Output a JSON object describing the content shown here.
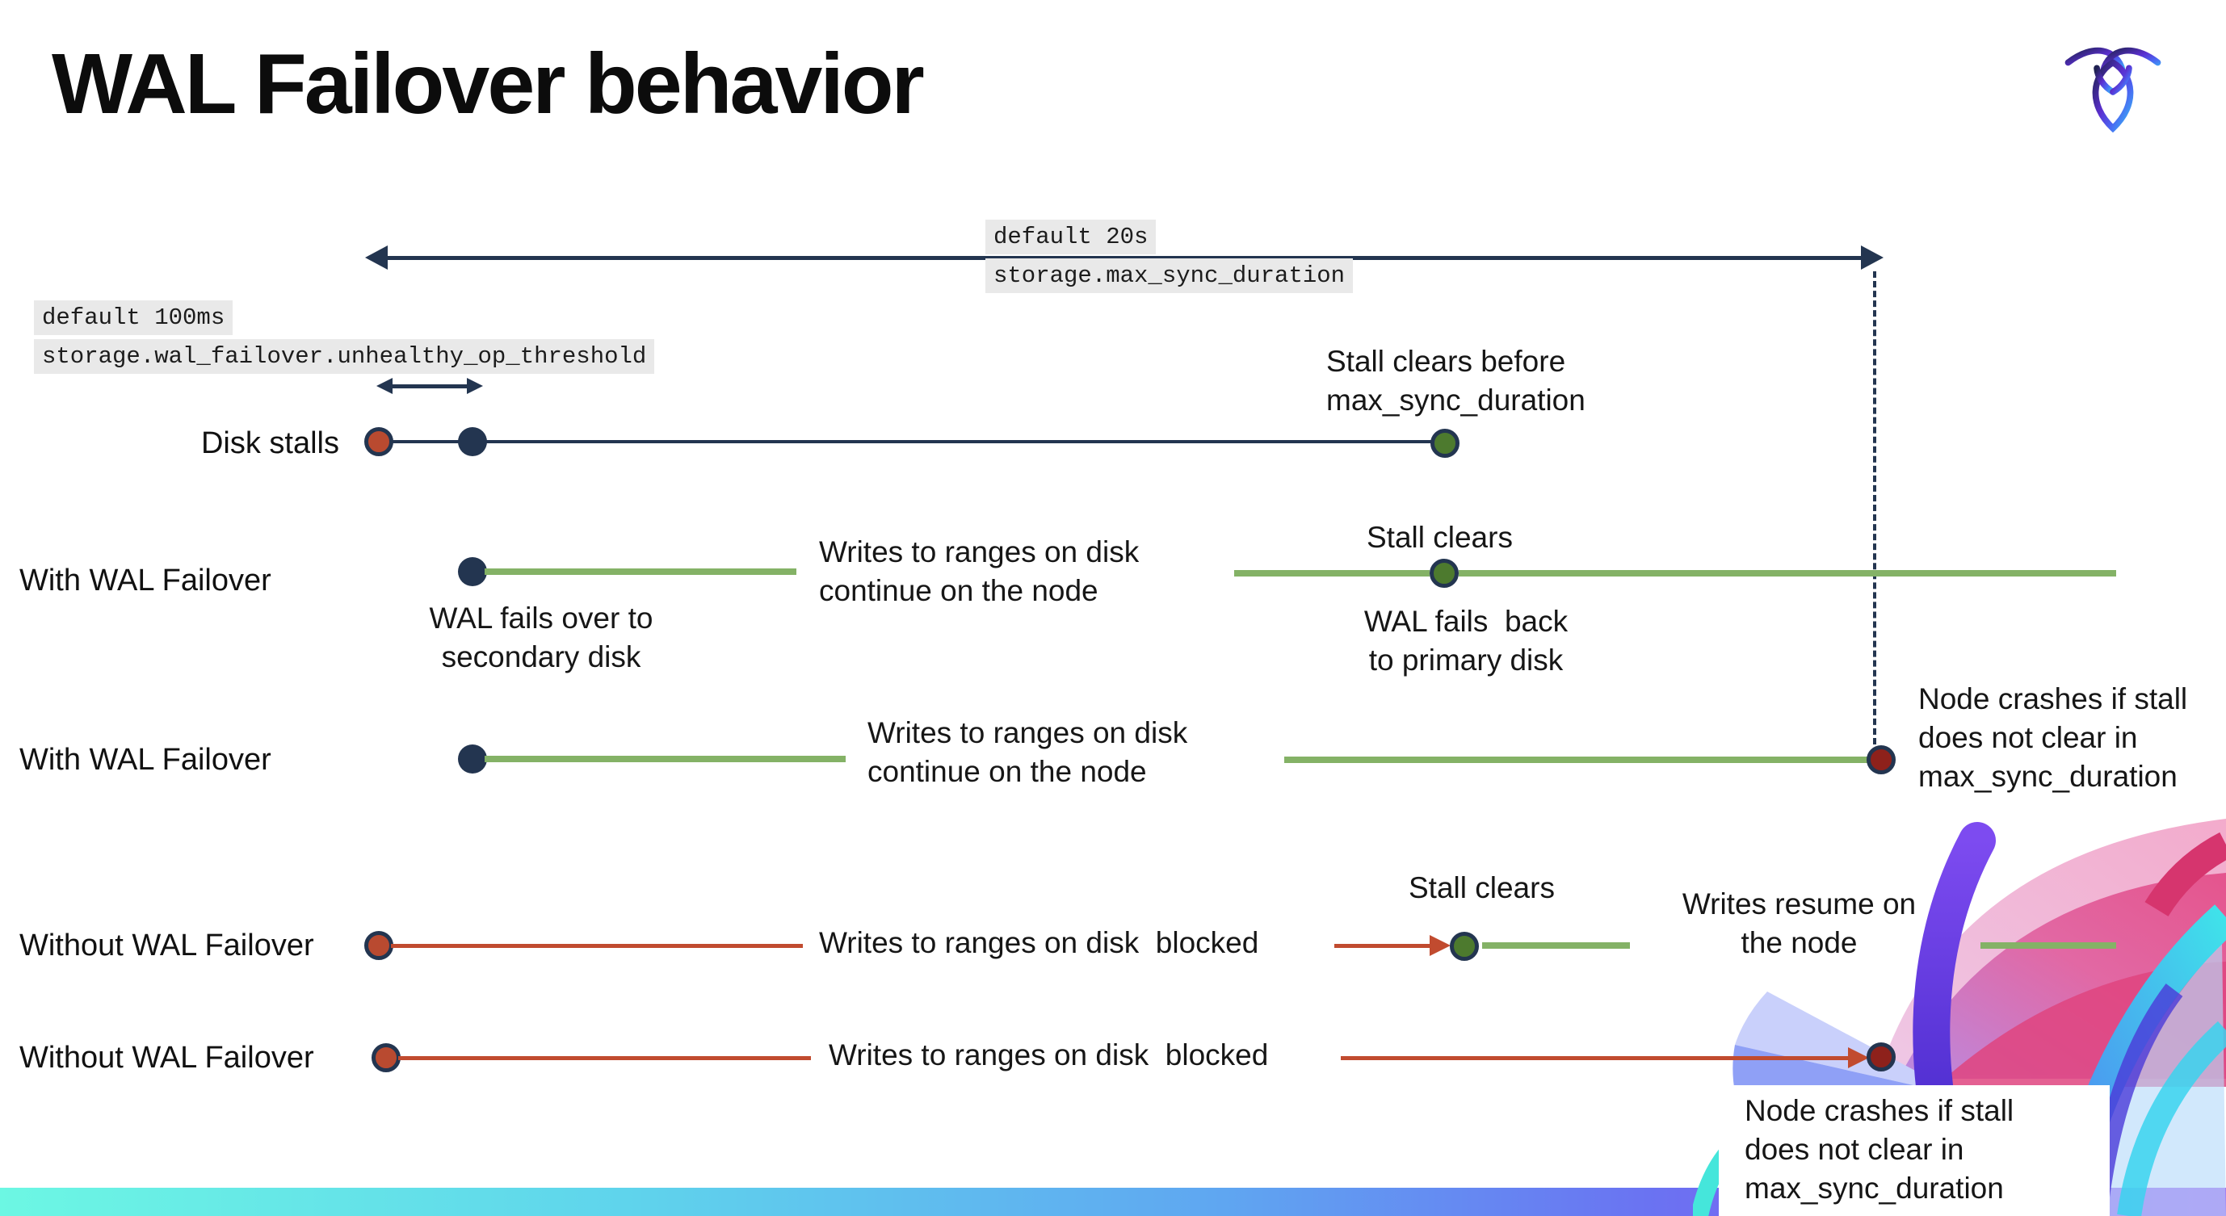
{
  "page": {
    "title": "WAL Failover behavior"
  },
  "logo": {
    "label": "CockroachDB"
  },
  "settings": {
    "max_sync_duration": {
      "default": "default 20s",
      "name": "storage.max_sync_duration"
    },
    "unhealthy_op_threshold": {
      "default": "default 100ms",
      "name": "storage.wal_failover.unhealthy_op_threshold"
    }
  },
  "rows": [
    {
      "label": "Disk stalls"
    },
    {
      "label": "With WAL Failover"
    },
    {
      "label": "With WAL Failover"
    },
    {
      "label": "Without WAL Failover"
    },
    {
      "label": "Without WAL Failover"
    }
  ],
  "annotations": {
    "stall_clears_before": "Stall clears before\nmax_sync_duration",
    "wal_fails_over": "WAL fails over to\nsecondary disk",
    "writes_continue": "Writes to ranges on disk\ncontinue on the node",
    "stall_clears": "Stall clears",
    "wal_fails_back": "WAL fails  back\nto primary disk",
    "node_crashes": "Node crashes if stall\ndoes not clear in\nmax_sync_duration",
    "writes_blocked": "Writes to ranges on disk  blocked",
    "writes_resume": "Writes resume on\nthe node"
  },
  "colors": {
    "navy": "#233550",
    "green_line": "#84b266",
    "green_dot": "#4d7a2e",
    "red_line": "#c14b2f",
    "red_dot": "#b94a30",
    "dark_red_dot": "#8e211b",
    "highlight_bg": "#e9e9e9",
    "bar_gradient_start": "#6cf7e3",
    "bar_gradient_end": "#9a4bec"
  }
}
